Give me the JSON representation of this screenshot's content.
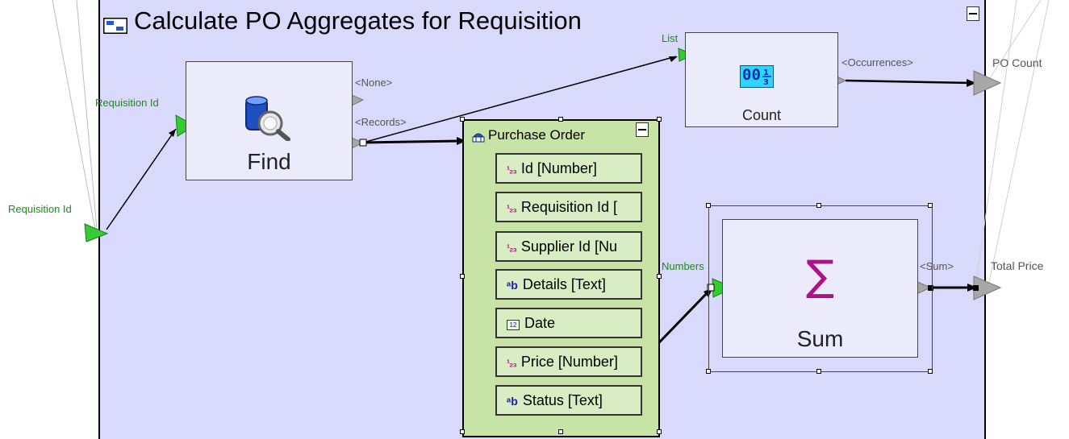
{
  "diagram": {
    "title": "Calculate PO Aggregates for Requisition",
    "inputs": {
      "left": "Requisition Id",
      "find_in": "Requisition Id",
      "count_in": "List",
      "sum_in": "Numbers"
    },
    "find": {
      "label": "Find",
      "ports": [
        "<None>",
        "<Records>"
      ]
    },
    "count": {
      "label": "Count",
      "port_out": "<Occurrences>"
    },
    "sum": {
      "label": "Sum",
      "port_out": "<Sum>"
    },
    "outputs": {
      "po_count": "PO Count",
      "total_price": "Total Price"
    },
    "entity": {
      "name": "Purchase Order",
      "fields": [
        {
          "type": "number",
          "label": "Id [Number]"
        },
        {
          "type": "number",
          "label": "Requisition Id ["
        },
        {
          "type": "number",
          "label": "Supplier Id [Nu"
        },
        {
          "type": "text",
          "label": "Details [Text]"
        },
        {
          "type": "date",
          "label": "Date"
        },
        {
          "type": "number",
          "label": "Price [Number]"
        },
        {
          "type": "text",
          "label": "Status [Text]"
        }
      ]
    },
    "icons": {
      "number_field": "12-3-icon",
      "text_field": "ab-icon",
      "date_field": "calendar-icon"
    },
    "counter_digits": "00",
    "colors": {
      "canvas": "#d9d9fb",
      "entity": "#c7e3a5",
      "input_port": "#33cc33",
      "output_port": "#a8a8a8",
      "sum_symbol": "#b0108a"
    }
  }
}
